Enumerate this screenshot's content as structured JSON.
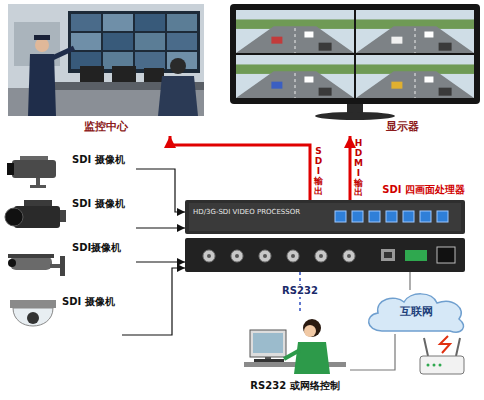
{
  "diagram": {
    "nodes": [
      {
        "text": [
          "监控中心"
        ]
      },
      {
        "text": [
          "显示器"
        ]
      },
      {
        "text": [
          "HD/3G-SDI VIDEO PROCESSOR",
          "SDI 四画面处理器"
        ]
      },
      {
        "text": [
          "SDI 摄像机"
        ]
      },
      {
        "text": [
          "SDI 摄像机"
        ]
      },
      {
        "text": [
          "SDI摄像机"
        ]
      },
      {
        "text": [
          "SDI 摄像机"
        ]
      },
      {
        "text": [
          "互联网"
        ]
      },
      {
        "text": [
          "RS232 或网络控制"
        ]
      }
    ],
    "edges": [
      {
        "from": 3,
        "to": 2,
        "arrow": "to"
      },
      {
        "from": 4,
        "to": 2,
        "arrow": "to"
      },
      {
        "from": 5,
        "to": 2,
        "arrow": "to"
      },
      {
        "from": 6,
        "to": 2,
        "arrow": "to"
      },
      {
        "from": 2,
        "to": 0,
        "label": "SDI输出",
        "arrow": "to"
      },
      {
        "from": 2,
        "to": 1,
        "label": "HDMI输出",
        "arrow": "to"
      },
      {
        "from": 2,
        "to": 8,
        "label": "RS232",
        "arrow": "none"
      },
      {
        "from": 2,
        "to": 7,
        "arrow": "none"
      },
      {
        "from": 7,
        "to": 8,
        "arrow": "none"
      }
    ]
  }
}
